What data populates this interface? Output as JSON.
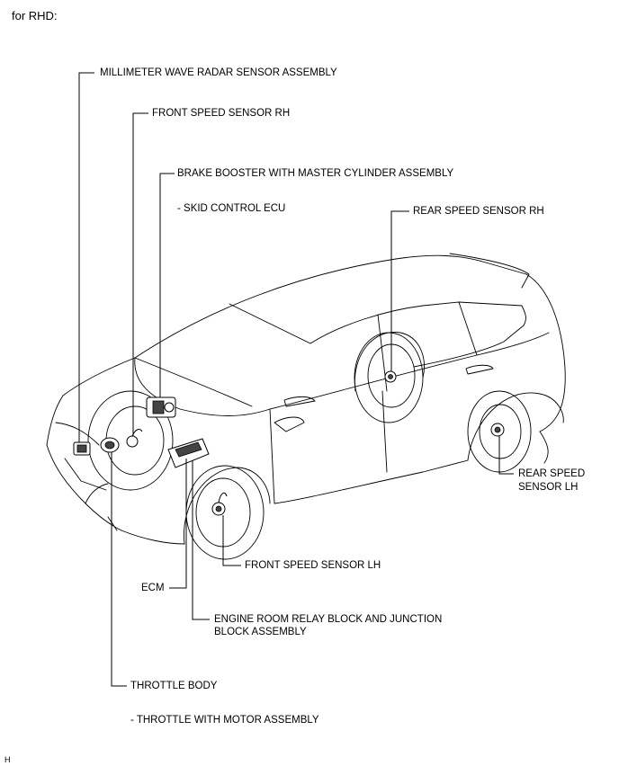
{
  "header": {
    "title": "for RHD:"
  },
  "labels": {
    "radar": "MILLIMETER WAVE RADAR SENSOR ASSEMBLY",
    "front_rh": "FRONT SPEED SENSOR RH",
    "brake_booster": "BRAKE BOOSTER WITH MASTER CYLINDER ASSEMBLY",
    "skid_ecu": "- SKID CONTROL ECU",
    "rear_rh": "REAR SPEED SENSOR RH",
    "rear_lh_line1": "REAR SPEED",
    "rear_lh_line2": "SENSOR LH",
    "front_lh": "FRONT SPEED SENSOR LH",
    "ecm": "ECM",
    "relay_line1": "ENGINE ROOM RELAY BLOCK AND JUNCTION",
    "relay_line2": "BLOCK ASSEMBLY",
    "throttle_body": "THROTTLE BODY",
    "throttle_motor": "- THROTTLE WITH MOTOR ASSEMBLY"
  },
  "footer": {
    "code": "H"
  }
}
